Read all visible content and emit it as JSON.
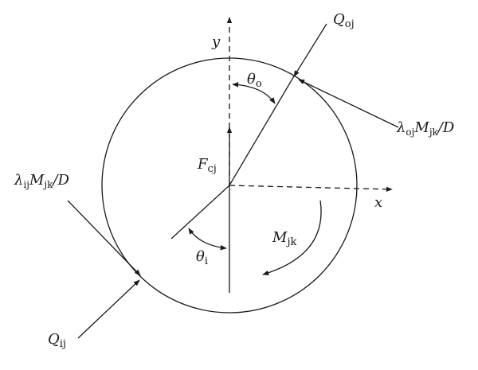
{
  "labels": {
    "y_axis": "y",
    "x_axis": "x",
    "theta_o": {
      "sym": "θ",
      "sub": "o"
    },
    "theta_i": {
      "sym": "θ",
      "sub": "i"
    },
    "force_cj": {
      "sym": "F",
      "sub": "cj"
    },
    "moment_jk": {
      "sym": "M",
      "sub": "jk"
    },
    "q_outer": {
      "sym": "Q",
      "sub": "oj"
    },
    "q_inner": {
      "sym": "Q",
      "sub": "ij"
    },
    "lambda_outer": {
      "sym": "λ",
      "sub": "oj",
      "mid": "M",
      "mid_sub": "jk",
      "tail": "/D"
    },
    "lambda_inner": {
      "sym": "λ",
      "sub": "ij",
      "mid": "M",
      "mid_sub": "jk",
      "tail": "/D"
    }
  }
}
